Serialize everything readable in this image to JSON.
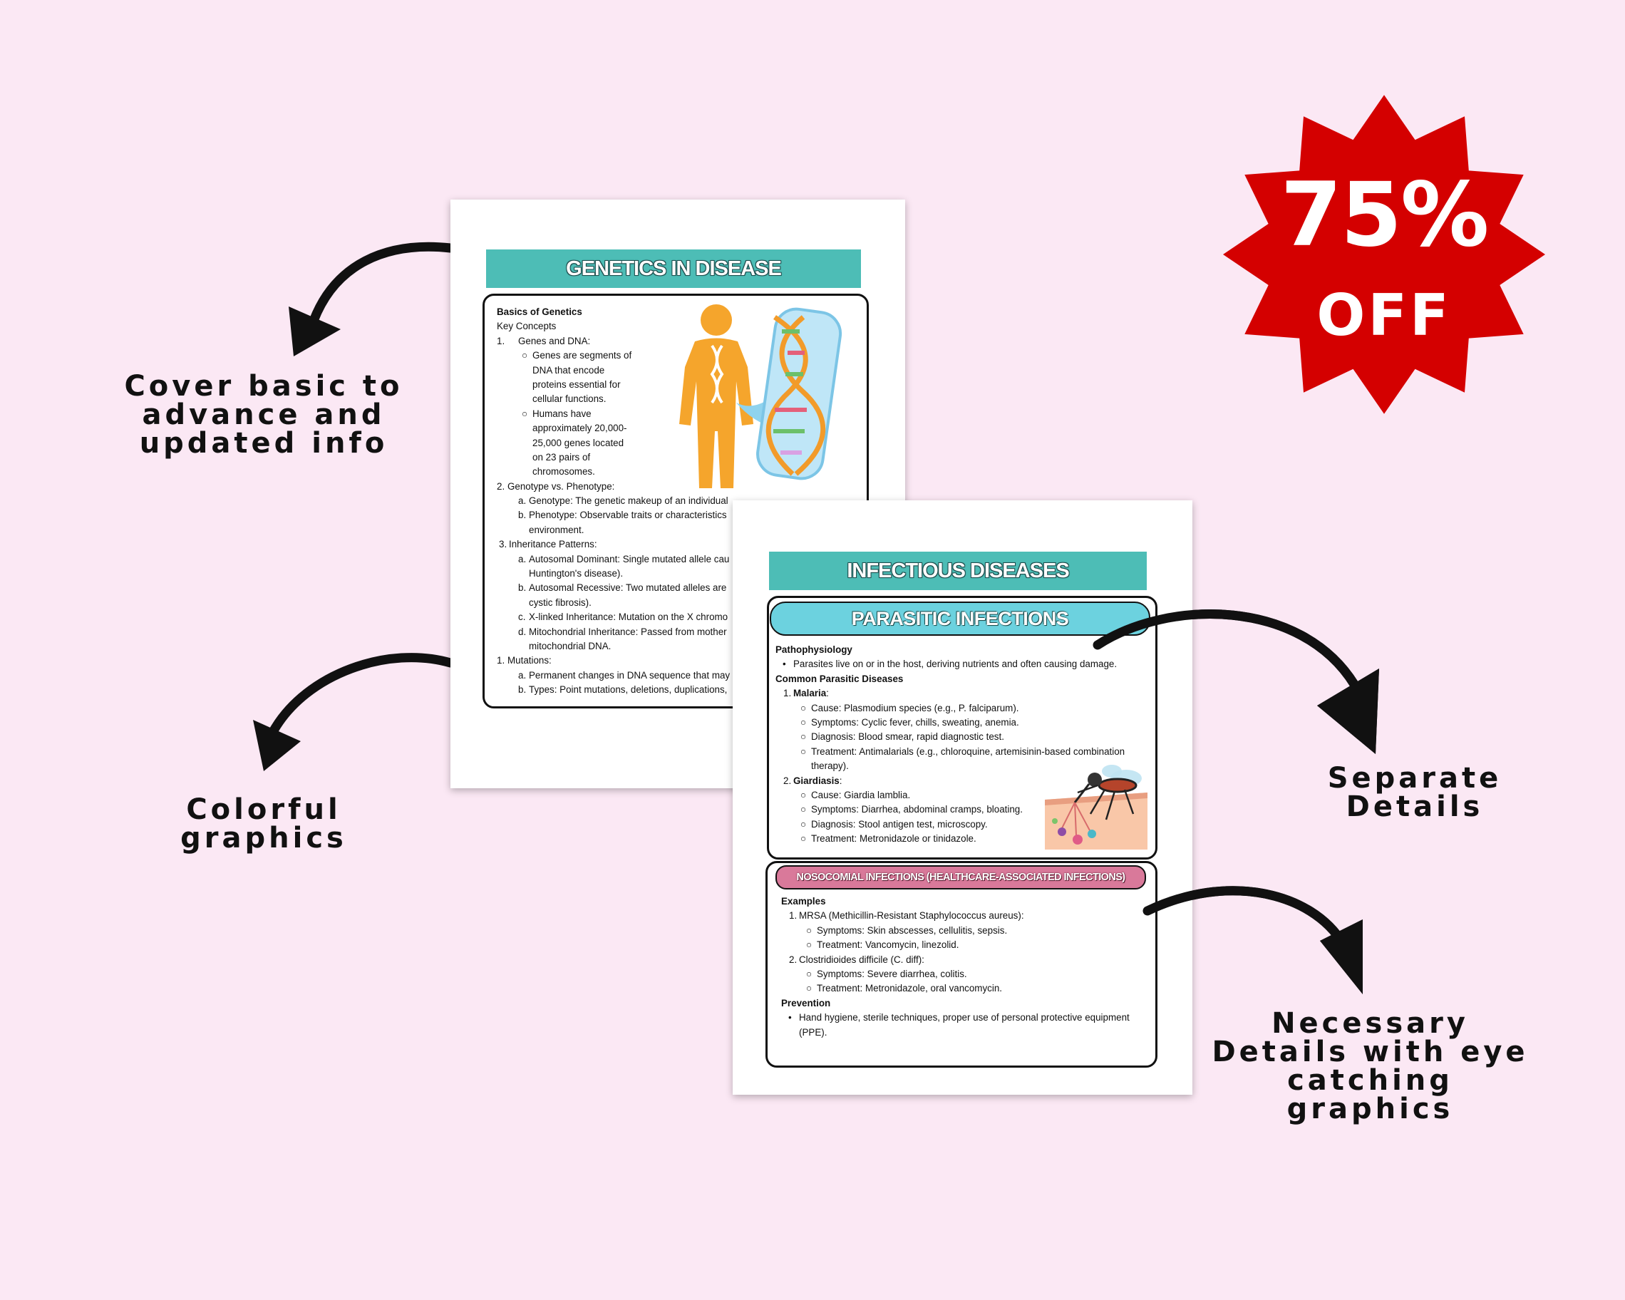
{
  "badge": {
    "line1": "75%",
    "line2": "OFF",
    "color": "#d40000"
  },
  "captions": {
    "cover": [
      "Cover basic to",
      "advance and",
      "updated info"
    ],
    "colorful": [
      "Colorful",
      "graphics"
    ],
    "separate": [
      "Separate",
      "Details"
    ],
    "necessary": [
      "Necessary",
      "Details with eye",
      "catching",
      "graphics"
    ]
  },
  "genetics_page": {
    "title": "GENETICS IN DISEASE",
    "heading": "Basics of Genetics",
    "sub": "Key Concepts",
    "item1": "Genes and DNA:",
    "item1_b1": [
      "Genes are segments of",
      "DNA that encode",
      "proteins essential for",
      "cellular functions."
    ],
    "item1_b2": [
      "Humans have",
      "approximately 20,000-",
      "25,000 genes located",
      "on 23 pairs of",
      "chromosomes."
    ],
    "item2": "Genotype vs. Phenotype:",
    "item2_a": "Genotype: The genetic makeup of an individual",
    "item2_b": [
      "Phenotype: Observable traits or characteristics",
      "environment."
    ],
    "item3": "Inheritance Patterns:",
    "item3_a": [
      "Autosomal Dominant: Single mutated allele cau",
      "Huntington's disease)."
    ],
    "item3_b": [
      "Autosomal Recessive: Two mutated alleles are",
      "cystic fibrosis)."
    ],
    "item3_c": "X-linked Inheritance: Mutation on the X chromo",
    "item3_d": [
      "Mitochondrial Inheritance: Passed from mother",
      "mitochondrial DNA."
    ],
    "item4": "Mutations:",
    "item4_a": "Permanent changes in DNA sequence that may",
    "item4_b": "Types: Point mutations, deletions, duplications,",
    "nums": [
      "1.",
      "2.",
      "3.",
      "1."
    ],
    "letters": [
      "a.",
      "b.",
      "a.",
      "b.",
      "c.",
      "d.",
      "a.",
      "b."
    ]
  },
  "infectious_page": {
    "title": "INFECTIOUS DISEASES",
    "parasitic": {
      "title": "PARASITIC INFECTIONS",
      "patho": "Pathophysiology",
      "patho_b": "Parasites live on or in the host, deriving nutrients and often causing damage.",
      "common": "Common Parasitic Diseases",
      "malaria": "Malaria",
      "malaria_items": [
        "Cause: Plasmodium species (e.g., P. falciparum).",
        "Symptoms: Cyclic fever, chills, sweating, anemia.",
        "Diagnosis: Blood smear, rapid diagnostic test.",
        "Treatment: Antimalarials (e.g., chloroquine, artemisinin-based combination",
        "therapy)."
      ],
      "giardiasis": "Giardiasis",
      "giardiasis_items": [
        "Cause: Giardia lamblia.",
        "Symptoms: Diarrhea, abdominal cramps, bloating.",
        "Diagnosis: Stool antigen test, microscopy.",
        "Treatment: Metronidazole or tinidazole."
      ]
    },
    "nosocomial": {
      "title": "NOSOCOMIAL INFECTIONS (HEALTHCARE-ASSOCIATED INFECTIONS)",
      "examples": "Examples",
      "mrsa": "MRSA (Methicillin-Resistant Staphylococcus aureus):",
      "mrsa_items": [
        "Symptoms: Skin abscesses, cellulitis, sepsis.",
        "Treatment: Vancomycin, linezolid."
      ],
      "cdiff": "Clostridioides difficile (C. diff):",
      "cdiff_items": [
        "Symptoms: Severe diarrhea, colitis.",
        "Treatment: Metronidazole, oral vancomycin."
      ],
      "prevention": "Prevention",
      "prevention_b": [
        "Hand hygiene, sterile techniques, proper use of personal protective equipment",
        "(PPE)."
      ]
    }
  }
}
